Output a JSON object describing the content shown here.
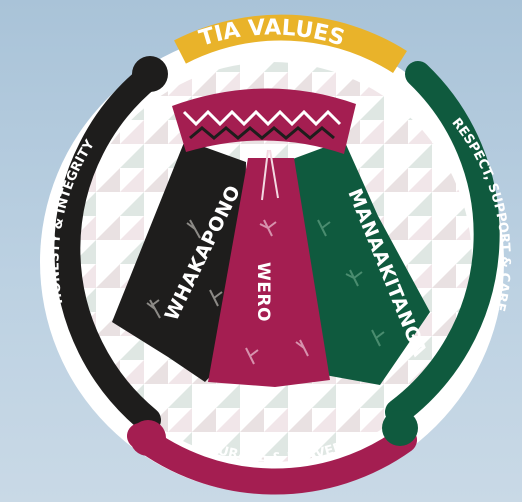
{
  "emblem": {
    "title": "TIA VALUES",
    "arcs": {
      "left": "HONESTY & INTEGRITY",
      "right": "RESPECT, SUPPORT & CARE",
      "bottom": "COURAGE & BRAVERY"
    },
    "panels": {
      "left": "WHAKAPONO",
      "center": "WERO",
      "right": "MANAAKITANGA"
    }
  },
  "colors": {
    "black": "#1e1d1c",
    "gold": "#e9b32a",
    "green": "#0f5a3e",
    "maroon": "#a41e51",
    "white": "#ffffff",
    "sky": "#b7cde0"
  }
}
